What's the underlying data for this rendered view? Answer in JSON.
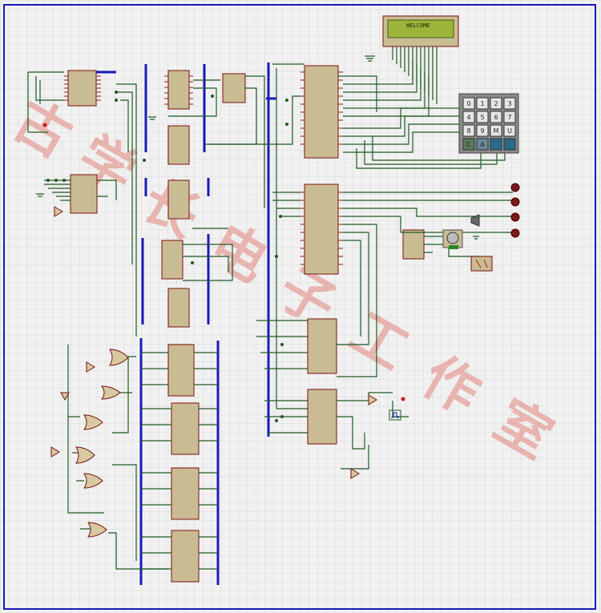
{
  "lcd": {
    "text": "WELCOME"
  },
  "keypad": {
    "keys": [
      "0",
      "1",
      "2",
      "3",
      "4",
      "5",
      "6",
      "7",
      "8",
      "9",
      "M",
      "U",
      "C",
      "A",
      "",
      ""
    ]
  },
  "watermark": {
    "chars": [
      "古",
      "学",
      "长",
      "电",
      "子",
      "工",
      "作",
      "室"
    ]
  },
  "colors": {
    "grid": "#c8c8c8",
    "frame": "#1a1ab8",
    "wire": "#1f5a22",
    "chip_fill": "#c9bc93",
    "chip_border": "#7a1010",
    "bus": "#1a1ab8",
    "watermark": "#e06d63",
    "lcd_bg": "#9cb43a"
  }
}
